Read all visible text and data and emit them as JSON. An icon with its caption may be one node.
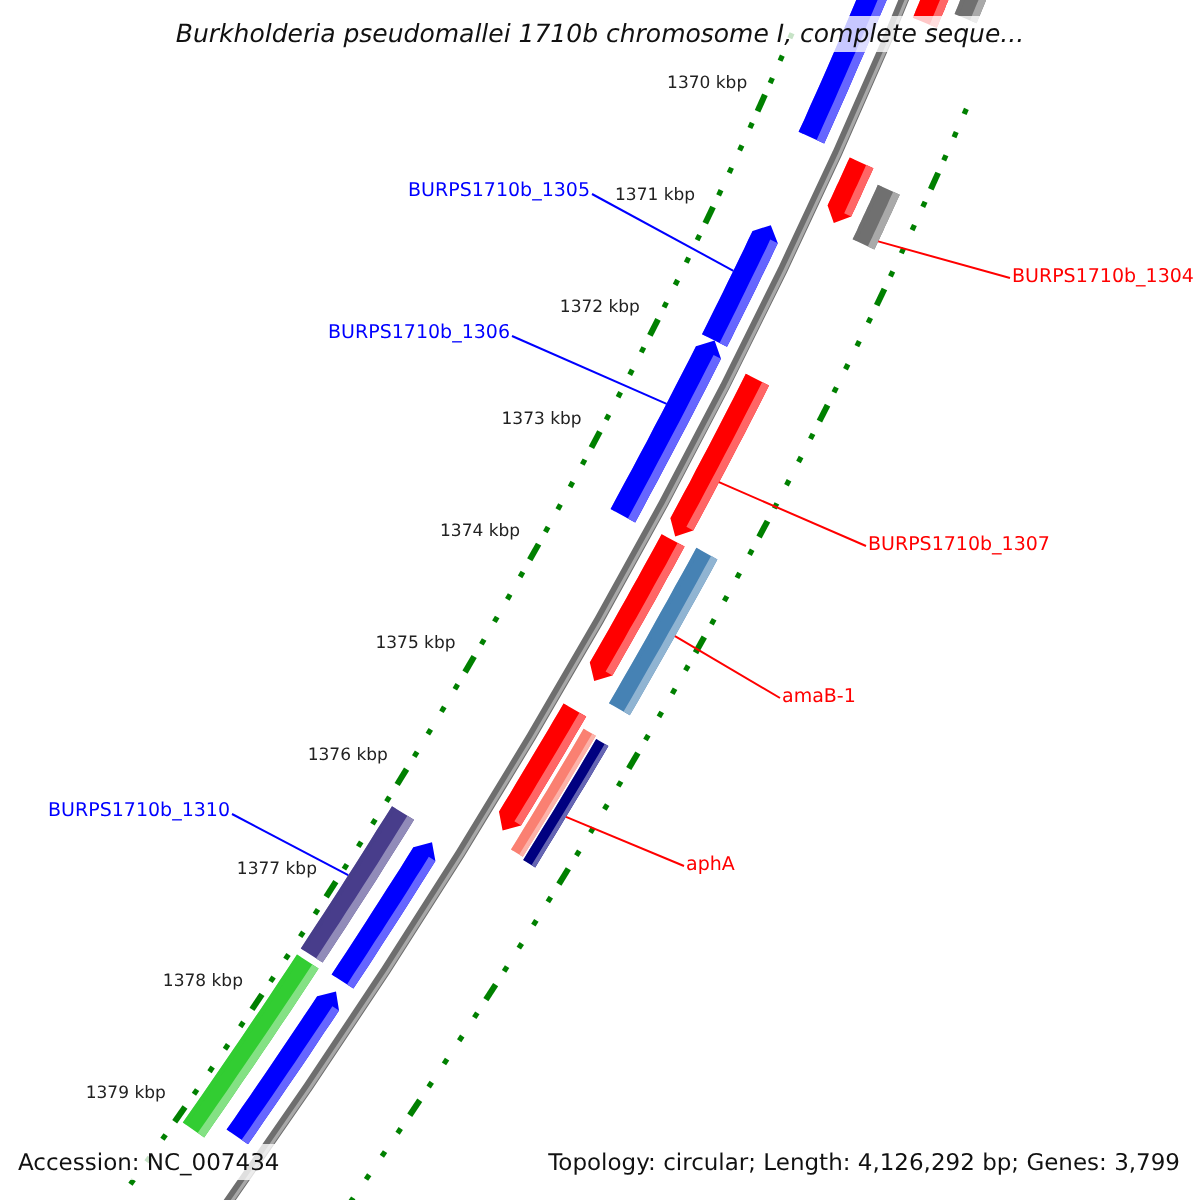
{
  "diagram": {
    "title": "Burkholderia pseudomallei 1710b chromosome I, complete seque...",
    "nodes": [
      {
        "text": [
          "BURPS1710b_1305"
        ]
      },
      {
        "text": [
          "BURPS1710b_1304"
        ]
      },
      {
        "text": [
          "BURPS1710b_1306"
        ]
      },
      {
        "text": [
          "BURPS1710b_1307"
        ]
      },
      {
        "text": [
          "amaB-1"
        ]
      },
      {
        "text": [
          "BURPS1710b_1310"
        ]
      },
      {
        "text": [
          "aphA"
        ]
      },
      {
        "text": [],
        "shape": "bar"
      },
      {
        "text": [],
        "shape": "bar"
      },
      {
        "text": [],
        "shape": "bar"
      },
      {
        "text": [],
        "shape": "bar"
      },
      {
        "text": [],
        "shape": "bar"
      },
      {
        "text": [],
        "shape": "bar"
      },
      {
        "text": [],
        "shape": "bar"
      },
      {
        "text": [],
        "shape": "bar"
      },
      {
        "text": [],
        "shape": "bar"
      },
      {
        "text": [],
        "shape": "bar"
      },
      {
        "text": [],
        "shape": "bar"
      },
      {
        "text": [],
        "shape": "bar"
      },
      {
        "text": [],
        "shape": "bar"
      },
      {
        "text": [],
        "shape": "bar"
      },
      {
        "text": [],
        "shape": "bar"
      },
      {
        "text": [],
        "shape": "bar"
      },
      {
        "text": [],
        "shape": "bar"
      }
    ],
    "edges": [
      {
        "from": 0,
        "to": 12,
        "arrow": "none",
        "color": "#0000ff"
      },
      {
        "from": 1,
        "to": 11,
        "arrow": "none"
      },
      {
        "from": 2,
        "to": 13,
        "arrow": "none",
        "color": "#0000ff"
      },
      {
        "from": 3,
        "to": 14,
        "arrow": "none"
      },
      {
        "from": 4,
        "to": 16,
        "arrow": "none"
      },
      {
        "from": 5,
        "to": 20,
        "arrow": "none",
        "color": "#0000ff"
      },
      {
        "from": 6,
        "to": 19,
        "arrow": "none"
      }
    ],
    "labels": [
      "1370 kbp",
      "1371 kbp",
      "1372 kbp",
      "1373 kbp",
      "1374 kbp",
      "1375 kbp",
      "1376 kbp",
      "1377 kbp",
      "1378 kbp",
      "1379 kbp",
      "Accession: NC_007434",
      "Topology: circular; Length: 4,126,292 bp; Genes: 3,799"
    ]
  }
}
